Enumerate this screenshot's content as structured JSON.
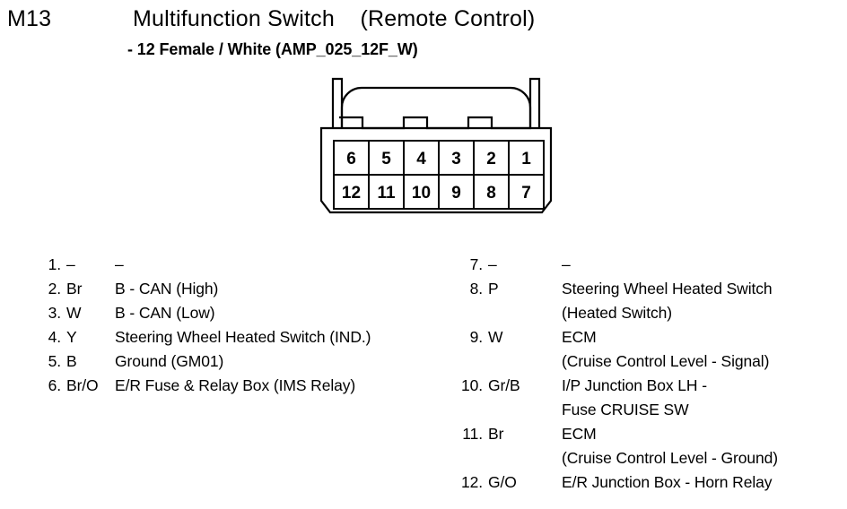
{
  "header": {
    "code": "M13",
    "title": "Multifunction Switch    (Remote Control)",
    "subtitle": "- 12 Female / White (AMP_025_12F_W)"
  },
  "connector": {
    "type": "12-way female connector",
    "rows": [
      [
        "6",
        "5",
        "4",
        "3",
        "2",
        "1"
      ],
      [
        "12",
        "11",
        "10",
        "9",
        "8",
        "7"
      ]
    ],
    "outline_color": "#000000",
    "fill_color": "#ffffff"
  },
  "pins": {
    "left": [
      {
        "no": "1.",
        "color": "–",
        "desc": "–"
      },
      {
        "no": "2.",
        "color": "Br",
        "desc": "B - CAN (High)"
      },
      {
        "no": "3.",
        "color": "W",
        "desc": "B - CAN (Low)"
      },
      {
        "no": "4.",
        "color": "Y",
        "desc": "Steering Wheel Heated Switch (IND.)"
      },
      {
        "no": "5.",
        "color": "B",
        "desc": "Ground (GM01)"
      },
      {
        "no": "6.",
        "color": "Br/O",
        "desc": "E/R Fuse & Relay Box (IMS Relay)"
      }
    ],
    "right": [
      {
        "no": "7.",
        "color": "–",
        "desc": "–"
      },
      {
        "no": "8.",
        "color": "P",
        "desc": "Steering Wheel Heated Switch",
        "desc2": "(Heated Switch)"
      },
      {
        "no": "9.",
        "color": "W",
        "desc": "ECM",
        "desc2": "(Cruise Control Level - Signal)"
      },
      {
        "no": "10.",
        "color": "Gr/B",
        "desc": "I/P Junction Box LH -",
        "desc2": "Fuse CRUISE SW"
      },
      {
        "no": "11.",
        "color": "Br",
        "desc": "ECM",
        "desc2": "(Cruise Control Level - Ground)"
      },
      {
        "no": "12.",
        "color": "G/O",
        "desc": "E/R Junction Box - Horn Relay"
      }
    ]
  }
}
